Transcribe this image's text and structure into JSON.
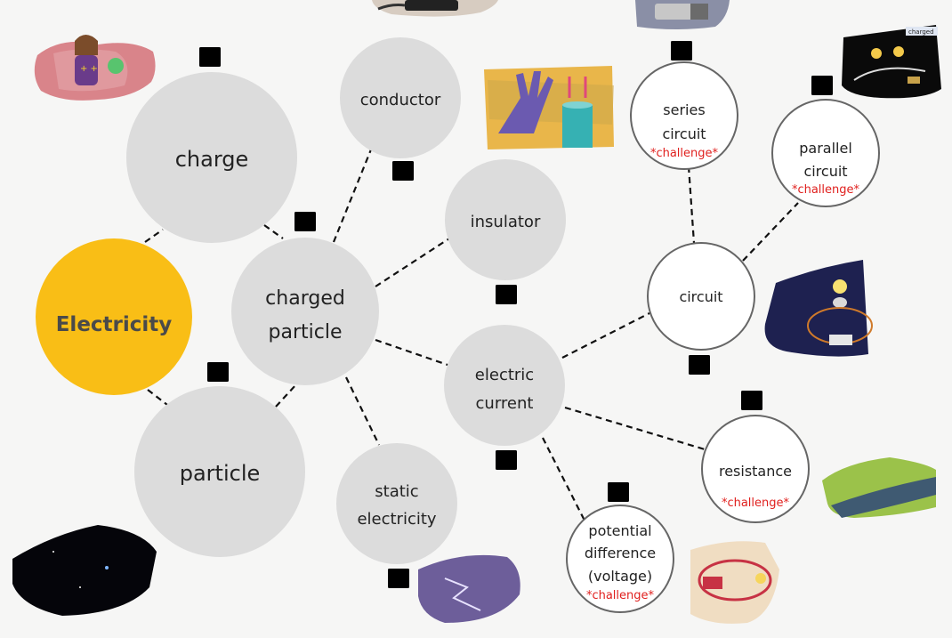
{
  "colors": {
    "background": "#f6f6f5",
    "grey_node": "#dcdcdc",
    "white_node": "#ffffff",
    "outline": "#666666",
    "root": "#f9be16",
    "root_text": "#4a4a4a",
    "challenge": "#e0201e"
  },
  "nodes": {
    "electricity": {
      "label": "Electricity"
    },
    "charge": {
      "label": "charge"
    },
    "particle": {
      "label": "particle"
    },
    "charged_particle": {
      "line1": "charged",
      "line2": "particle"
    },
    "conductor": {
      "label": "conductor"
    },
    "insulator": {
      "label": "insulator"
    },
    "static_electricity": {
      "line1": "static",
      "line2": "electricity"
    },
    "electric_current": {
      "line1": "electric",
      "line2": "current"
    },
    "circuit": {
      "label": "circuit"
    },
    "series_circuit": {
      "line1": "series",
      "line2": "circuit",
      "tag": "*challenge*"
    },
    "parallel_circuit": {
      "line1": "parallel",
      "line2": "circuit",
      "tag": "*challenge*"
    },
    "resistance": {
      "label": "resistance",
      "tag": "*challenge*"
    },
    "potential_difference": {
      "line1": "potential",
      "line2": "difference",
      "line3": "(voltage)",
      "tag": "*challenge*"
    }
  },
  "images": {
    "scientist": {
      "icon": "scientist-with-charged-ball"
    },
    "cable": {
      "icon": "cable-plug"
    },
    "hand_glass": {
      "icon": "hand-and-glass-of-water"
    },
    "battery_top": {
      "icon": "battery"
    },
    "parallel_photo": {
      "icon": "parallel-circuit-photo",
      "caption": "charged"
    },
    "circuit_bulb": {
      "icon": "bulb-circuit"
    },
    "wire_landscape": {
      "icon": "river-landscape"
    },
    "voltage_circuit": {
      "icon": "battery-loop"
    },
    "lightning": {
      "icon": "lightning"
    },
    "space": {
      "icon": "starry-space"
    }
  }
}
